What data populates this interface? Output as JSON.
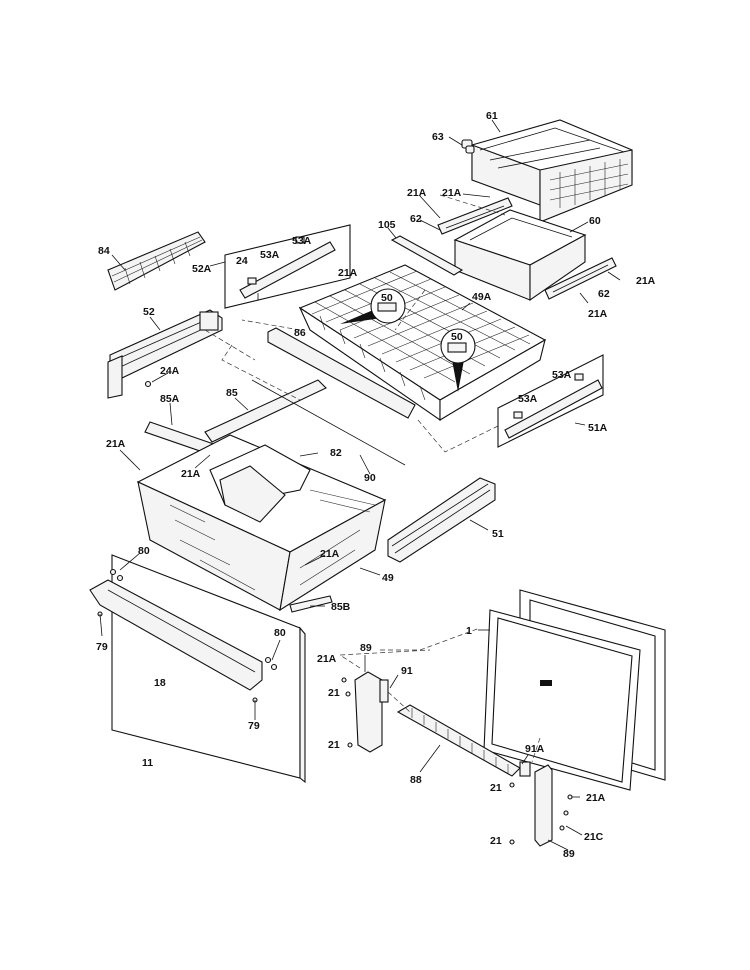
{
  "labels": {
    "l61": "61",
    "l63": "63",
    "l21a_1": "21A",
    "l21a_2": "21A",
    "l62_top": "62",
    "l60": "60",
    "l105": "105",
    "l84": "84",
    "l52a": "52A",
    "l53a_1": "53A",
    "l53a_2": "53A",
    "l24": "24",
    "l21a_3": "21A",
    "l21a_4": "21A",
    "l62_bot": "62",
    "l21a_5": "21A",
    "l49a": "49A",
    "l50_1": "50",
    "l50_2": "50",
    "l52": "52",
    "l86": "86",
    "l24a": "24A",
    "l85": "85",
    "l85a": "85A",
    "l53a_3": "53A",
    "l53a_4": "53A",
    "l51a": "51A",
    "l21a_6": "21A",
    "l82": "82",
    "l21a_7": "21A",
    "l90": "90",
    "l51": "51",
    "l80_1": "80",
    "l21a_8": "21A",
    "l49": "49",
    "l85b": "85B",
    "l79_1": "79",
    "l80_2": "80",
    "l18": "18",
    "l79_2": "79",
    "l11": "11",
    "l1": "1",
    "l21a_9": "21A",
    "l89_top": "89",
    "l91": "91",
    "l21_1": "21",
    "l21_2": "21",
    "l88": "88",
    "l91a": "91A",
    "l21_3": "21",
    "l21a_10": "21A",
    "l21c": "21C",
    "l21_4": "21",
    "l89_bot": "89"
  }
}
